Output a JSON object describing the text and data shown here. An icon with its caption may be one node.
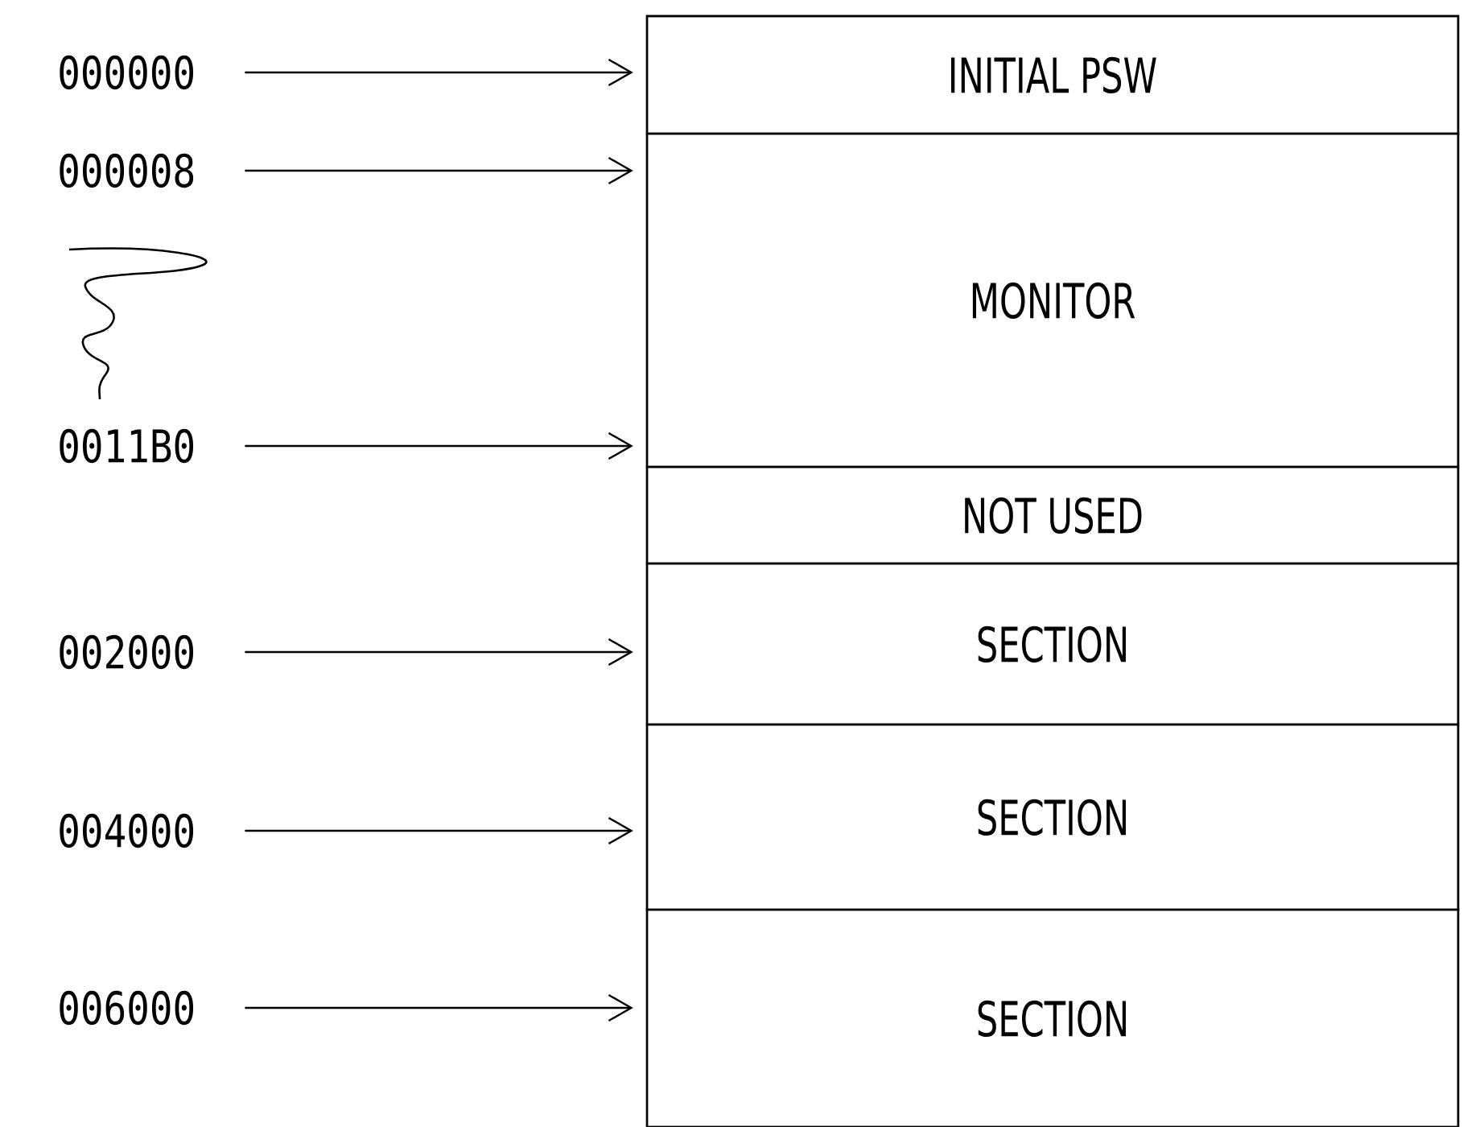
{
  "diagram": {
    "nodes": [
      {
        "text": [],
        "shape": "box"
      },
      {
        "text": [
          "INITIAL PSW"
        ],
        "in": 0
      },
      {
        "text": [
          "MONITOR"
        ],
        "in": 0
      },
      {
        "text": [
          "NOT USED"
        ],
        "in": 0
      },
      {
        "text": [
          "SECTION"
        ],
        "in": 0
      },
      {
        "text": [
          "SECTION"
        ],
        "in": 0
      },
      {
        "text": [
          "SECTION"
        ],
        "in": 0
      },
      {
        "text": [
          "000000"
        ]
      },
      {
        "text": [
          "000008"
        ]
      },
      {
        "text": [
          "0011B0"
        ]
      },
      {
        "text": [
          "002000"
        ]
      },
      {
        "text": [
          "004000"
        ]
      },
      {
        "text": [
          "006000"
        ]
      }
    ],
    "edges": [
      {
        "from": 7,
        "to": 1,
        "arrow": "to"
      },
      {
        "from": 8,
        "to": 2,
        "arrow": "to"
      },
      {
        "from": 9,
        "to": 2,
        "arrow": "to"
      },
      {
        "from": 10,
        "to": 4,
        "arrow": "to"
      },
      {
        "from": 11,
        "to": 5,
        "arrow": "to"
      },
      {
        "from": 12,
        "to": 6,
        "arrow": "to"
      }
    ]
  }
}
